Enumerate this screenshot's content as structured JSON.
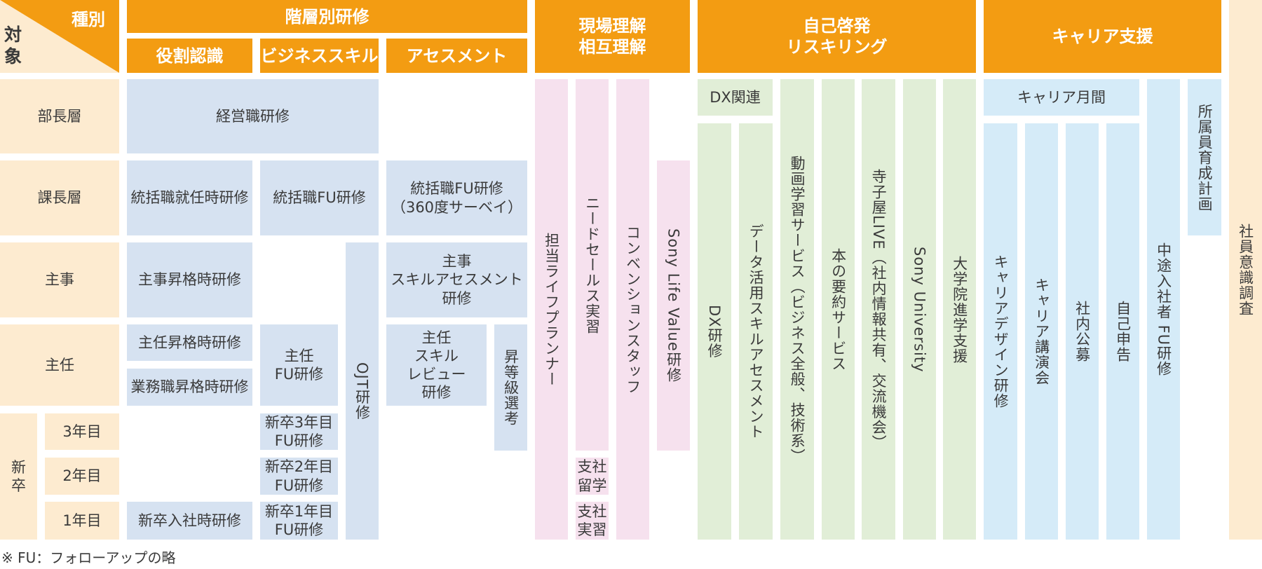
{
  "corner": {
    "top_label": "種別",
    "bottom_label": "対\n象"
  },
  "headers": {
    "kaiso": "階層別研修",
    "yakuwari": "役割認識",
    "business": "ビジネススキル",
    "assessment": "アセスメント",
    "genba": "現場理解\n相互理解",
    "jiko": "自己啓発\nリスキリング",
    "career": "キャリア支援"
  },
  "rows": {
    "bucho": "部長層",
    "kacho": "課長層",
    "shuji": "主事",
    "shunin": "主任",
    "shinsotsu": "新\n卒",
    "y3": "3年目",
    "y2": "2年目",
    "y1": "1年目"
  },
  "cells": {
    "keiei": "経営職研修",
    "tokatsu_shunin": "統括職就任時研修",
    "tokatsu_fu": "統括職FU研修",
    "tokatsu_360": "統括職FU研修\n（360度サーベイ）",
    "shuji_shokaku": "主事昇格時研修",
    "shuji_assess": "主事\nスキルアセスメント\n研修",
    "ojt": "OJT研修",
    "shunin_shokaku": "主任昇格時研修",
    "gyomu_shokaku": "業務職昇格時研修",
    "shunin_fu": "主任\nFU研修",
    "shunin_review": "主任\nスキル\nレビュー\n研修",
    "shotokyu": "昇等級選考",
    "shinsotsu3": "新卒3年目\nFU研修",
    "shinsotsu2": "新卒2年目\nFU研修",
    "shinsotsu1": "新卒1年目\nFU研修",
    "shinsotsu_nyusha": "新卒入社時研修",
    "tanto_lp": "担当ライフプランナー",
    "need_sales": "ニードセールス実習",
    "shisha_ryugaku": "支社\n留学",
    "shisha_jisshu": "支社\n実習",
    "convention": "コンベンションスタッフ",
    "sony_life_value": "Sony Life Value研修",
    "dx_kanren": "DX関連",
    "dx_kenshu": "DX研修",
    "data_katsuyo": "データ活用スキルアセスメント",
    "douga": "動画学習サービス（ビジネス全般、技術系）",
    "hon_yoyaku": "本の要約サービス",
    "terakoya": "寺子屋LIVE（社内情報共有、交流機会）",
    "sony_university": "Sony University",
    "daigakuin": "大学院進学支援",
    "career_gekkan": "キャリア月間",
    "career_design": "キャリアデザイン研修",
    "career_koenkai": "キャリア講演会",
    "shanai_kobo": "社内公募",
    "jiko_shinkoku": "自己申告",
    "chuto_fu": "中途入社者 FU研修",
    "shozoku_ikusei": "所属員育成計画",
    "shain_ishiki": "社員意識調査"
  },
  "footnote": "※ FU：フォローアップの略",
  "colors": {
    "header": "#f39c12",
    "row_label": "#fdebd0",
    "hierarchy": "#d6e2f1",
    "genba": "#f6e1ee",
    "jiko": "#e1eed7",
    "career": "#d5ebf8"
  }
}
